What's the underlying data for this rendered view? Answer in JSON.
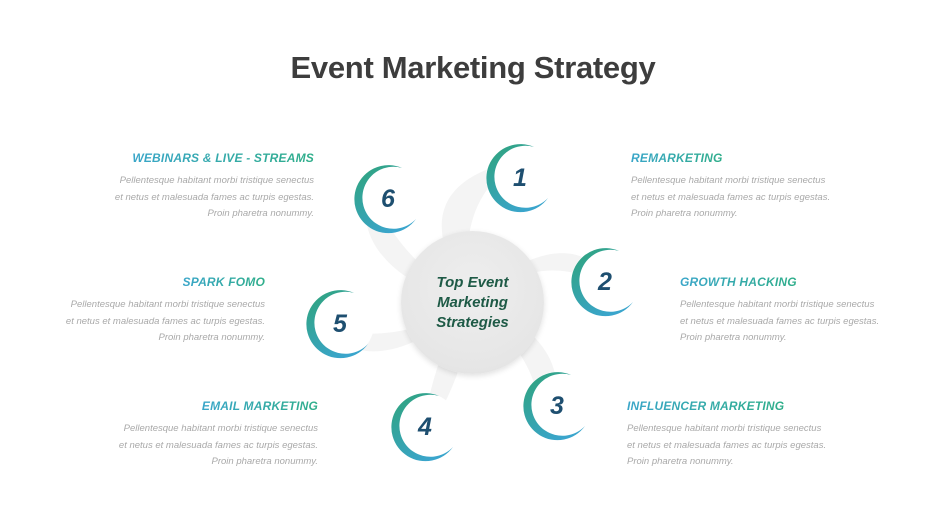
{
  "title": "Event Marketing Strategy",
  "hub": {
    "label": "Top Event Marketing Strategies"
  },
  "colors": {
    "ring_start": "#2fa37a",
    "ring_end": "#3aa5cc",
    "number": "#1e4f70",
    "hub_text": "#1e5a46",
    "title_text": "#3d3d3d",
    "desc_text": "#a9a9a9"
  },
  "nodes": [
    {
      "number": "1"
    },
    {
      "number": "2"
    },
    {
      "number": "3"
    },
    {
      "number": "4"
    },
    {
      "number": "5"
    },
    {
      "number": "6"
    }
  ],
  "items": [
    {
      "title": "REMARKETING",
      "lines": [
        "Pellentesque habitant morbi tristique senectus",
        "et netus et malesuada fames ac turpis egestas.",
        "Proin pharetra nonummy."
      ]
    },
    {
      "title": "GROWTH HACKING",
      "lines": [
        "Pellentesque habitant morbi tristique senectus",
        "et netus et malesuada fames ac turpis egestas.",
        "Proin pharetra nonummy."
      ]
    },
    {
      "title": "INFLUENCER MARKETING",
      "lines": [
        "Pellentesque habitant morbi tristique senectus",
        "et netus et malesuada fames ac turpis egestas.",
        "Proin pharetra nonummy."
      ]
    },
    {
      "title": "EMAIL MARKETING",
      "lines": [
        "Pellentesque habitant morbi tristique senectus",
        "et netus et malesuada fames ac turpis egestas.",
        "Proin pharetra nonummy."
      ]
    },
    {
      "title": "SPARK FOMO",
      "lines": [
        "Pellentesque habitant morbi tristique senectus",
        "et netus et malesuada fames ac turpis egestas.",
        "Proin pharetra nonummy."
      ]
    },
    {
      "title": "WEBINARS & LIVE - STREAMS",
      "lines": [
        "Pellentesque habitant morbi tristique senectus",
        "et netus et malesuada fames ac turpis egestas.",
        "Proin pharetra nonummy."
      ]
    }
  ]
}
